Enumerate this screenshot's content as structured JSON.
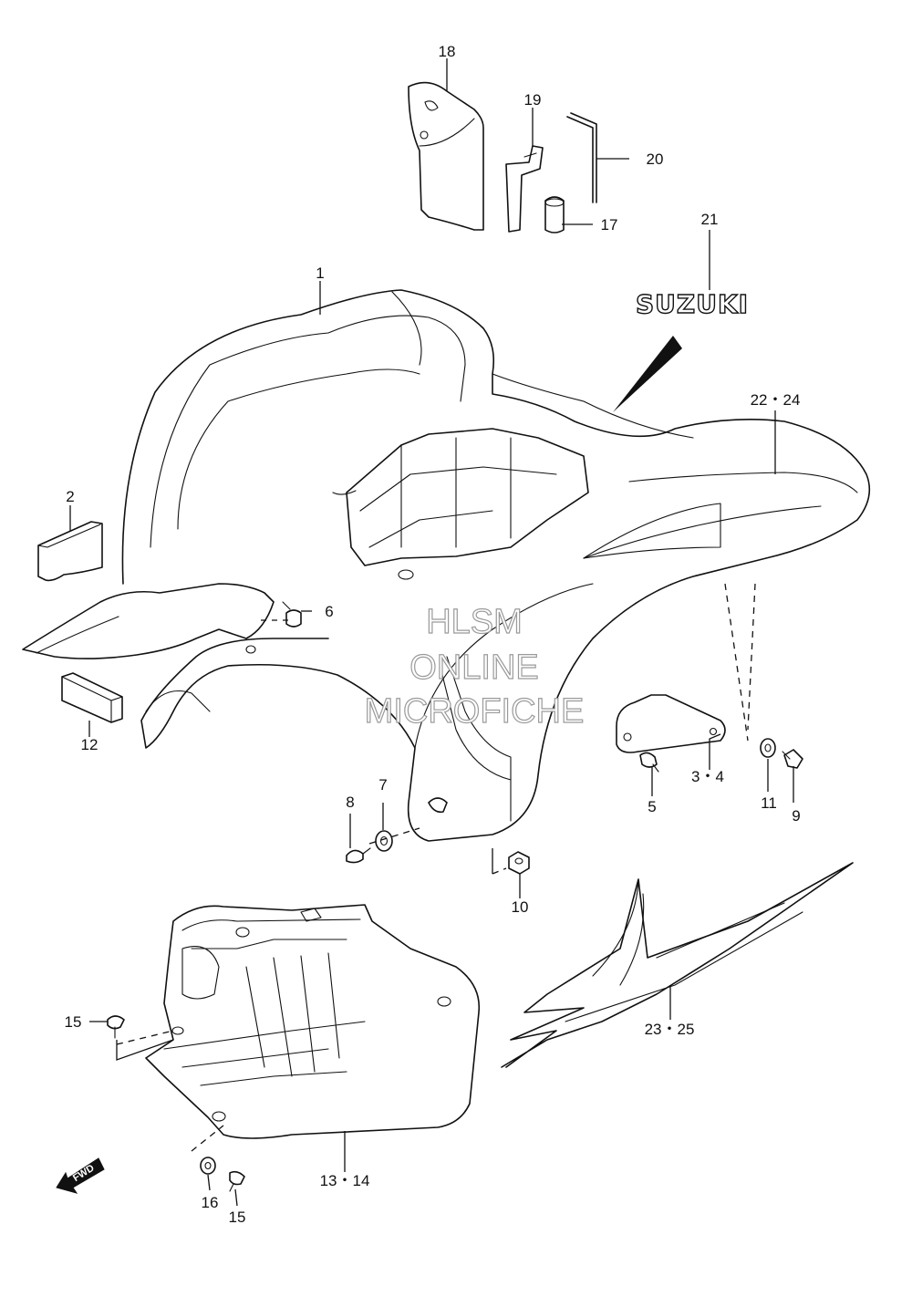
{
  "parts": [
    {
      "id": "p1",
      "label": "1"
    },
    {
      "id": "p2",
      "label": "2"
    },
    {
      "id": "p3",
      "label": "3・4"
    },
    {
      "id": "p5",
      "label": "5"
    },
    {
      "id": "p6",
      "label": "6"
    },
    {
      "id": "p7",
      "label": "7"
    },
    {
      "id": "p8",
      "label": "8"
    },
    {
      "id": "p9",
      "label": "9"
    },
    {
      "id": "p10",
      "label": "10"
    },
    {
      "id": "p11",
      "label": "11"
    },
    {
      "id": "p12",
      "label": "12"
    },
    {
      "id": "p13",
      "label": "13・14"
    },
    {
      "id": "p15a",
      "label": "15"
    },
    {
      "id": "p15b",
      "label": "15"
    },
    {
      "id": "p16",
      "label": "16"
    },
    {
      "id": "p17",
      "label": "17"
    },
    {
      "id": "p18",
      "label": "18"
    },
    {
      "id": "p19",
      "label": "19"
    },
    {
      "id": "p20",
      "label": "20"
    },
    {
      "id": "p21",
      "label": "21"
    },
    {
      "id": "p22",
      "label": "22・24"
    },
    {
      "id": "p23",
      "label": "23・25"
    }
  ],
  "logo_text": "SUZUKI",
  "fwd_text": "FWD",
  "watermark": {
    "line1": "HLSM",
    "line2": "ONLINE",
    "line3": "MICROFICHE"
  }
}
